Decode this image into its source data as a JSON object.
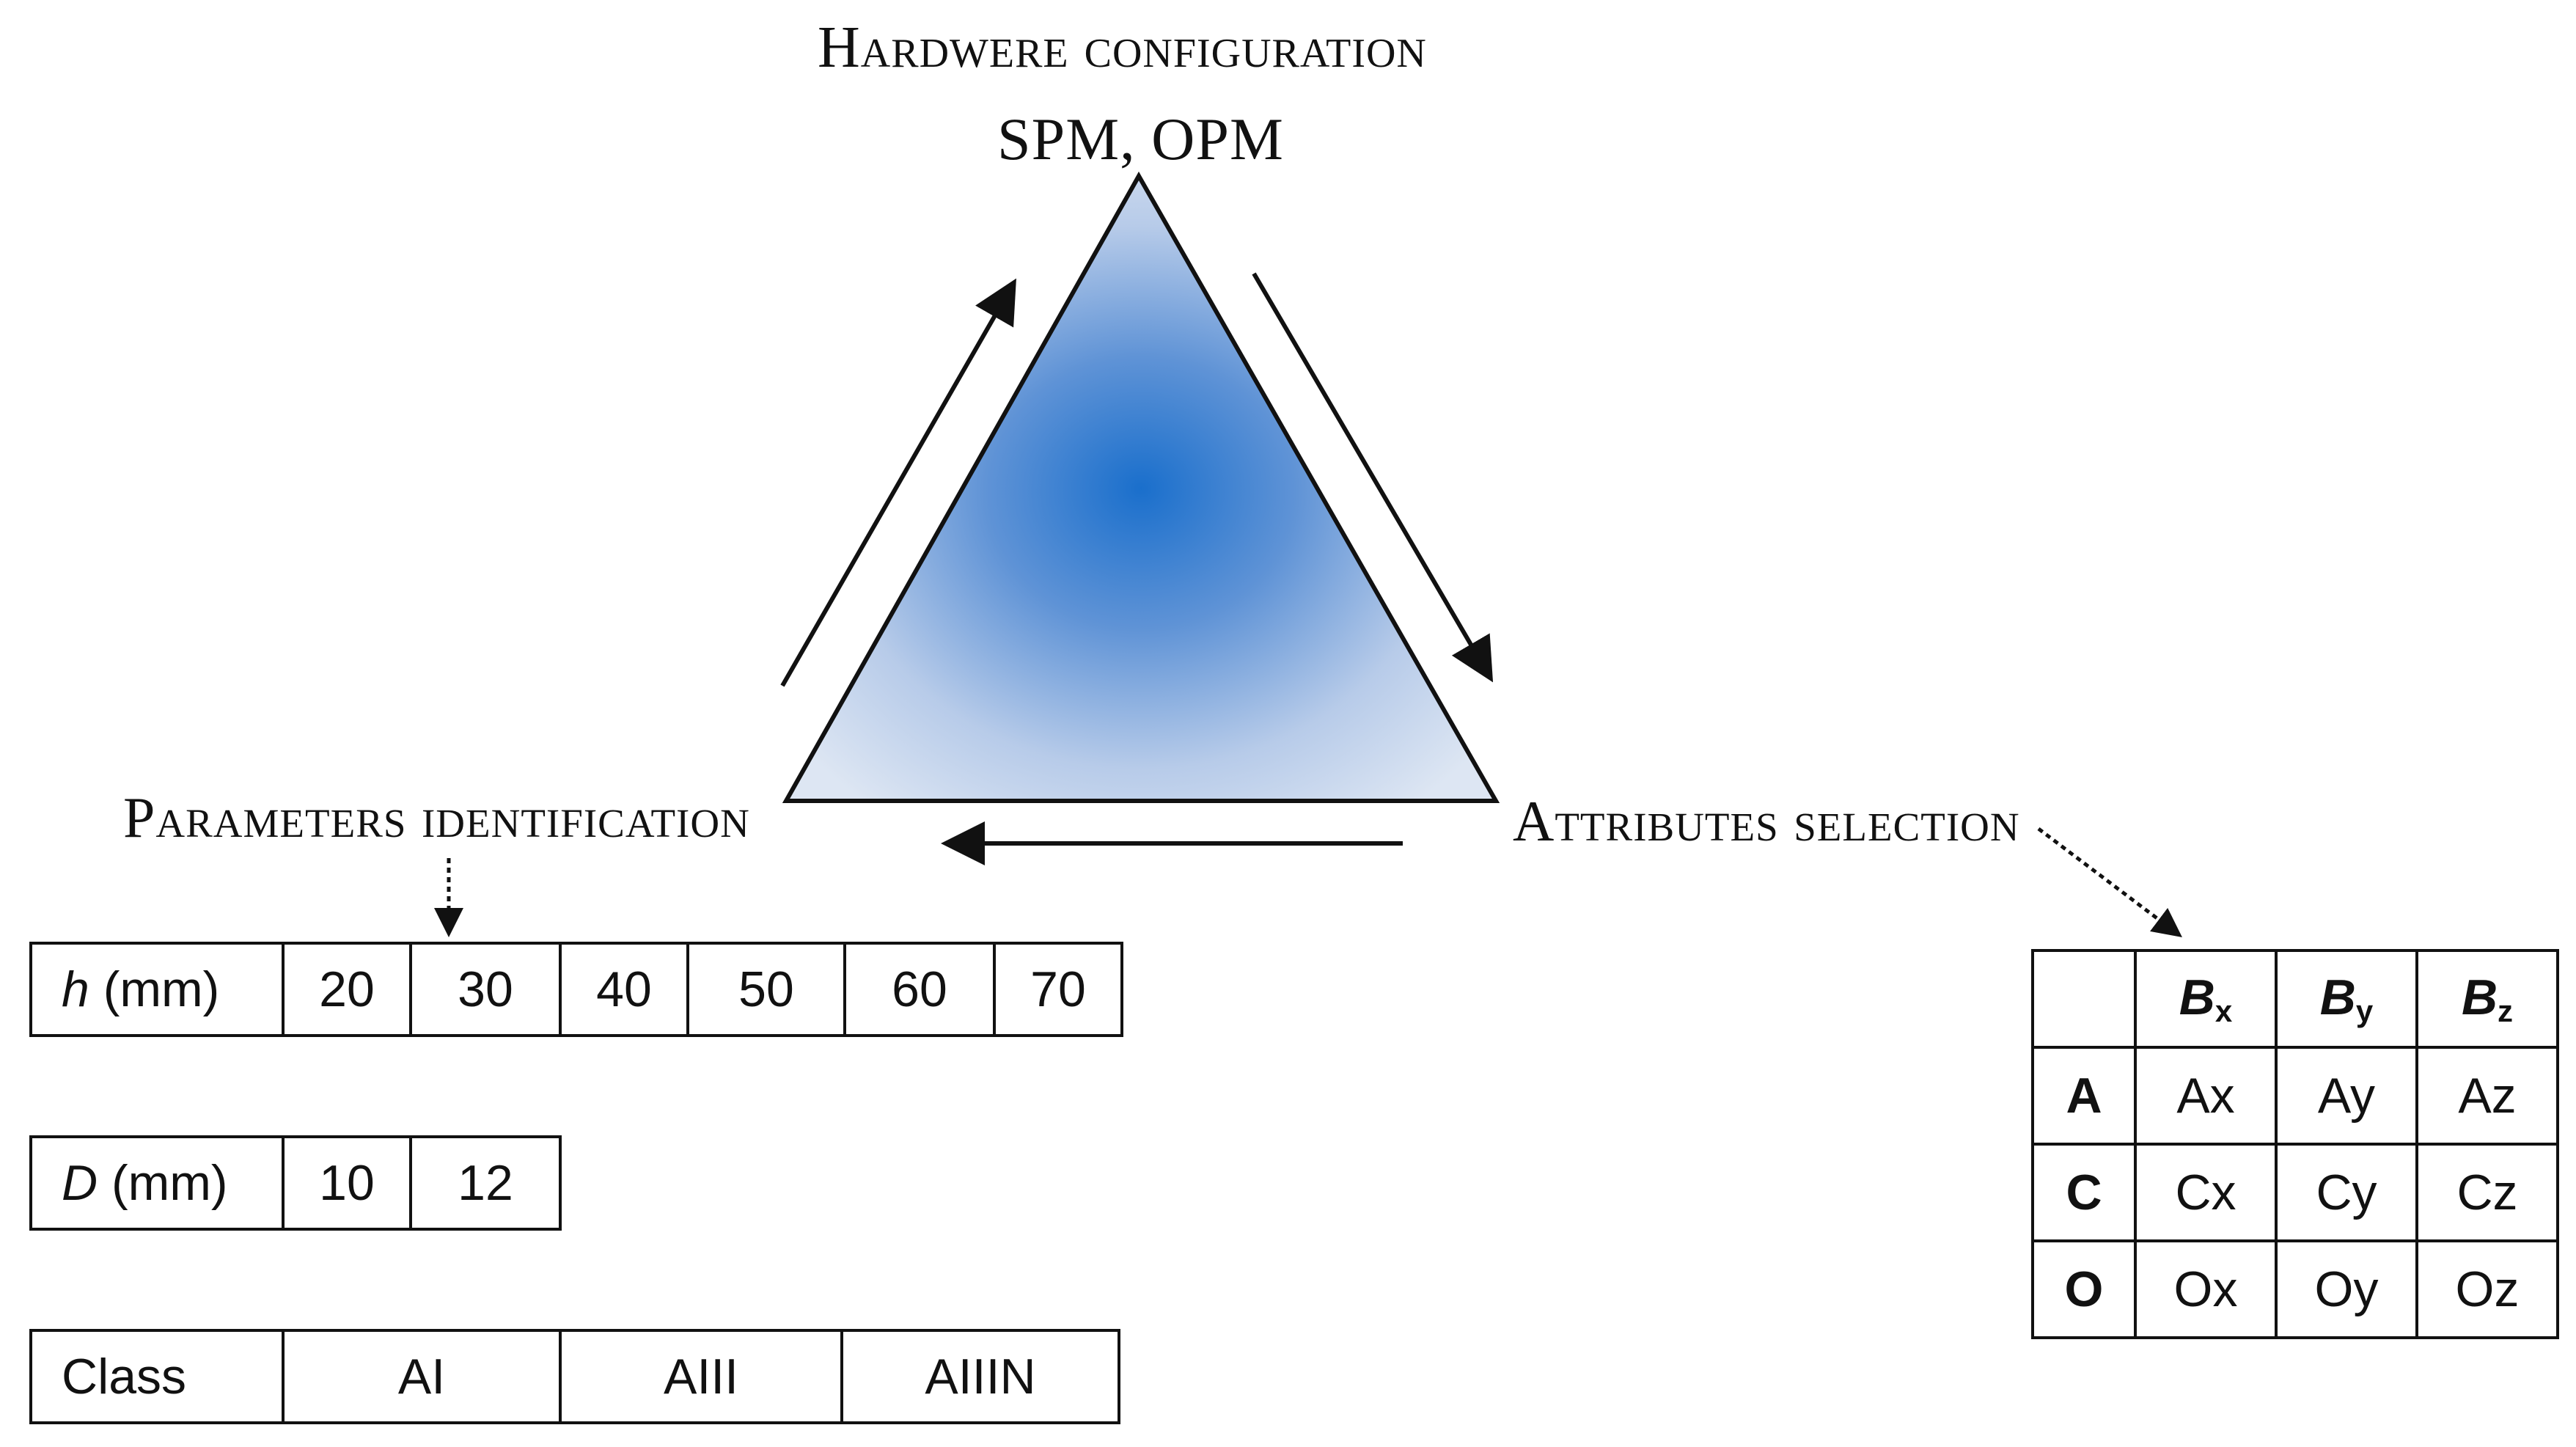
{
  "top_label": {
    "title": "Hardwere configuration",
    "subtitle": "SPM, OPM"
  },
  "left_label": "Parameters identification",
  "right_label": "Attributes selection",
  "colors": {
    "triangle_center": "#1a6fcc",
    "triangle_edge": "#dde6f3",
    "lines": "#111111"
  },
  "h_table": {
    "var": "h",
    "unit": " (mm)",
    "values": [
      "20",
      "30",
      "40",
      "50",
      "60",
      "70"
    ]
  },
  "d_table": {
    "var": "D",
    "unit": " (mm)",
    "values": [
      "10",
      "12"
    ]
  },
  "class_table": {
    "header": "Class",
    "values": [
      "AI",
      "AIII",
      "AIIIN"
    ]
  },
  "attr_table": {
    "columns": [
      {
        "base": "B",
        "sub": "x"
      },
      {
        "base": "B",
        "sub": "y"
      },
      {
        "base": "B",
        "sub": "z"
      }
    ],
    "rows": [
      {
        "label": "A",
        "cells": [
          "Ax",
          "Ay",
          "Az"
        ]
      },
      {
        "label": "C",
        "cells": [
          "Cx",
          "Cy",
          "Cz"
        ]
      },
      {
        "label": "O",
        "cells": [
          "Ox",
          "Oy",
          "Oz"
        ]
      }
    ]
  }
}
